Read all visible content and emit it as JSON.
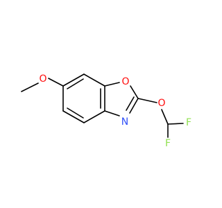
{
  "molecule": {
    "atoms": {
      "ring_oxygen": {
        "symbol": "O",
        "color": "#ff0d0d"
      },
      "ring_nitrogen": {
        "symbol": "N",
        "color": "#3050f8"
      },
      "methoxy_oxygen": {
        "symbol": "O",
        "color": "#ff0d0d"
      },
      "ether_oxygen": {
        "symbol": "O",
        "color": "#ff0d0d"
      },
      "fluorine_right": {
        "symbol": "F",
        "color": "#90e050"
      },
      "fluorine_bottom": {
        "symbol": "F",
        "color": "#90e050"
      }
    },
    "bond_color": "#000000",
    "background": "#ffffff"
  }
}
